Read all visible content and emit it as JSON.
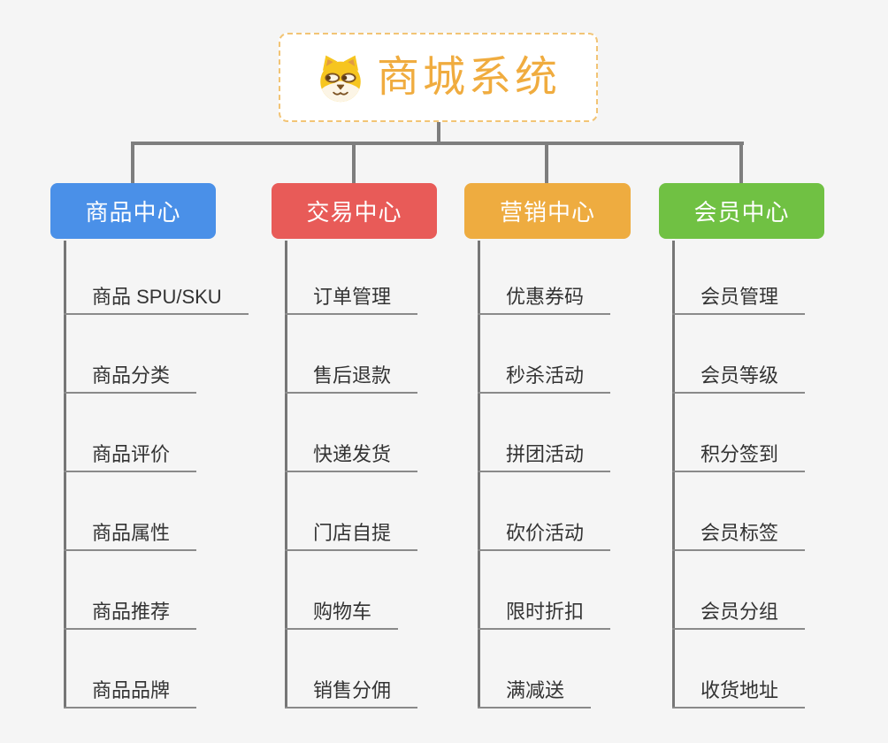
{
  "canvas": {
    "background": "#F5F5F5",
    "connector_color": "#7E7E7E",
    "leaf_line_color": "#8A8A8A",
    "leaf_text_color": "#333333"
  },
  "root": {
    "label": "商城系统",
    "icon": "dog-face-icon",
    "text_color": "#F0AC3F",
    "border_color": "#F2C475",
    "background": "#FFFFFF"
  },
  "branches": [
    {
      "id": "product-center",
      "label": "商品中心",
      "color": "#4A90E8",
      "children": [
        "商品 SPU/SKU",
        "商品分类",
        "商品评价",
        "商品属性",
        "商品推荐",
        "商品品牌"
      ]
    },
    {
      "id": "trade-center",
      "label": "交易中心",
      "color": "#E85B58",
      "children": [
        "订单管理",
        "售后退款",
        "快递发货",
        "门店自提",
        "购物车",
        "销售分佣"
      ]
    },
    {
      "id": "marketing-center",
      "label": "营销中心",
      "color": "#EEAC40",
      "children": [
        "优惠券码",
        "秒杀活动",
        "拼团活动",
        "砍价活动",
        "限时折扣",
        "满减送"
      ]
    },
    {
      "id": "member-center",
      "label": "会员中心",
      "color": "#70C143",
      "children": [
        "会员管理",
        "会员等级",
        "积分签到",
        "会员标签",
        "会员分组",
        "收货地址"
      ]
    }
  ]
}
